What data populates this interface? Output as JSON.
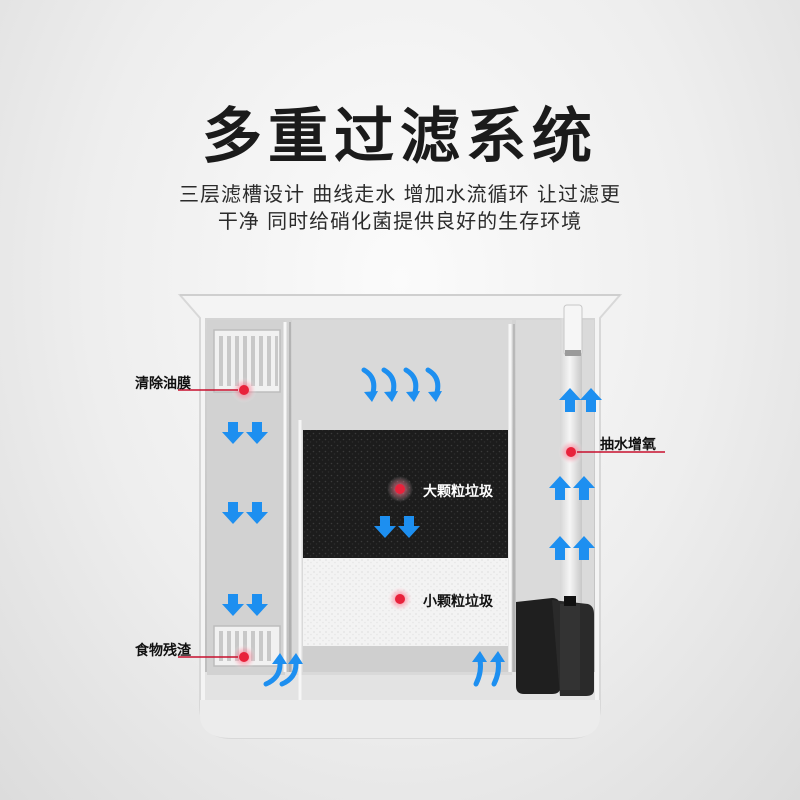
{
  "title": "多重过滤系统",
  "subtitle_line1": "三层滤槽设计 曲线走水 增加水流循环 让过滤更",
  "subtitle_line2": "干净 同时给硝化菌提供良好的生存环境",
  "labels": {
    "oil_film": "清除油膜",
    "food_residue": "食物残渣",
    "large_debris": "大颗粒垃圾",
    "small_debris": "小颗粒垃圾",
    "pump_oxygen": "抽水增氧"
  },
  "colors": {
    "arrow_blue": "#1d8ff0",
    "marker_red": "#e8223b",
    "callout_line": "#c8102e",
    "sponge_black": "#1a1a1a",
    "title_text": "#1b1b1b"
  },
  "icons": [
    "down-arrow-icon",
    "up-arrow-icon",
    "curved-arrow-icon",
    "red-dot-marker"
  ]
}
